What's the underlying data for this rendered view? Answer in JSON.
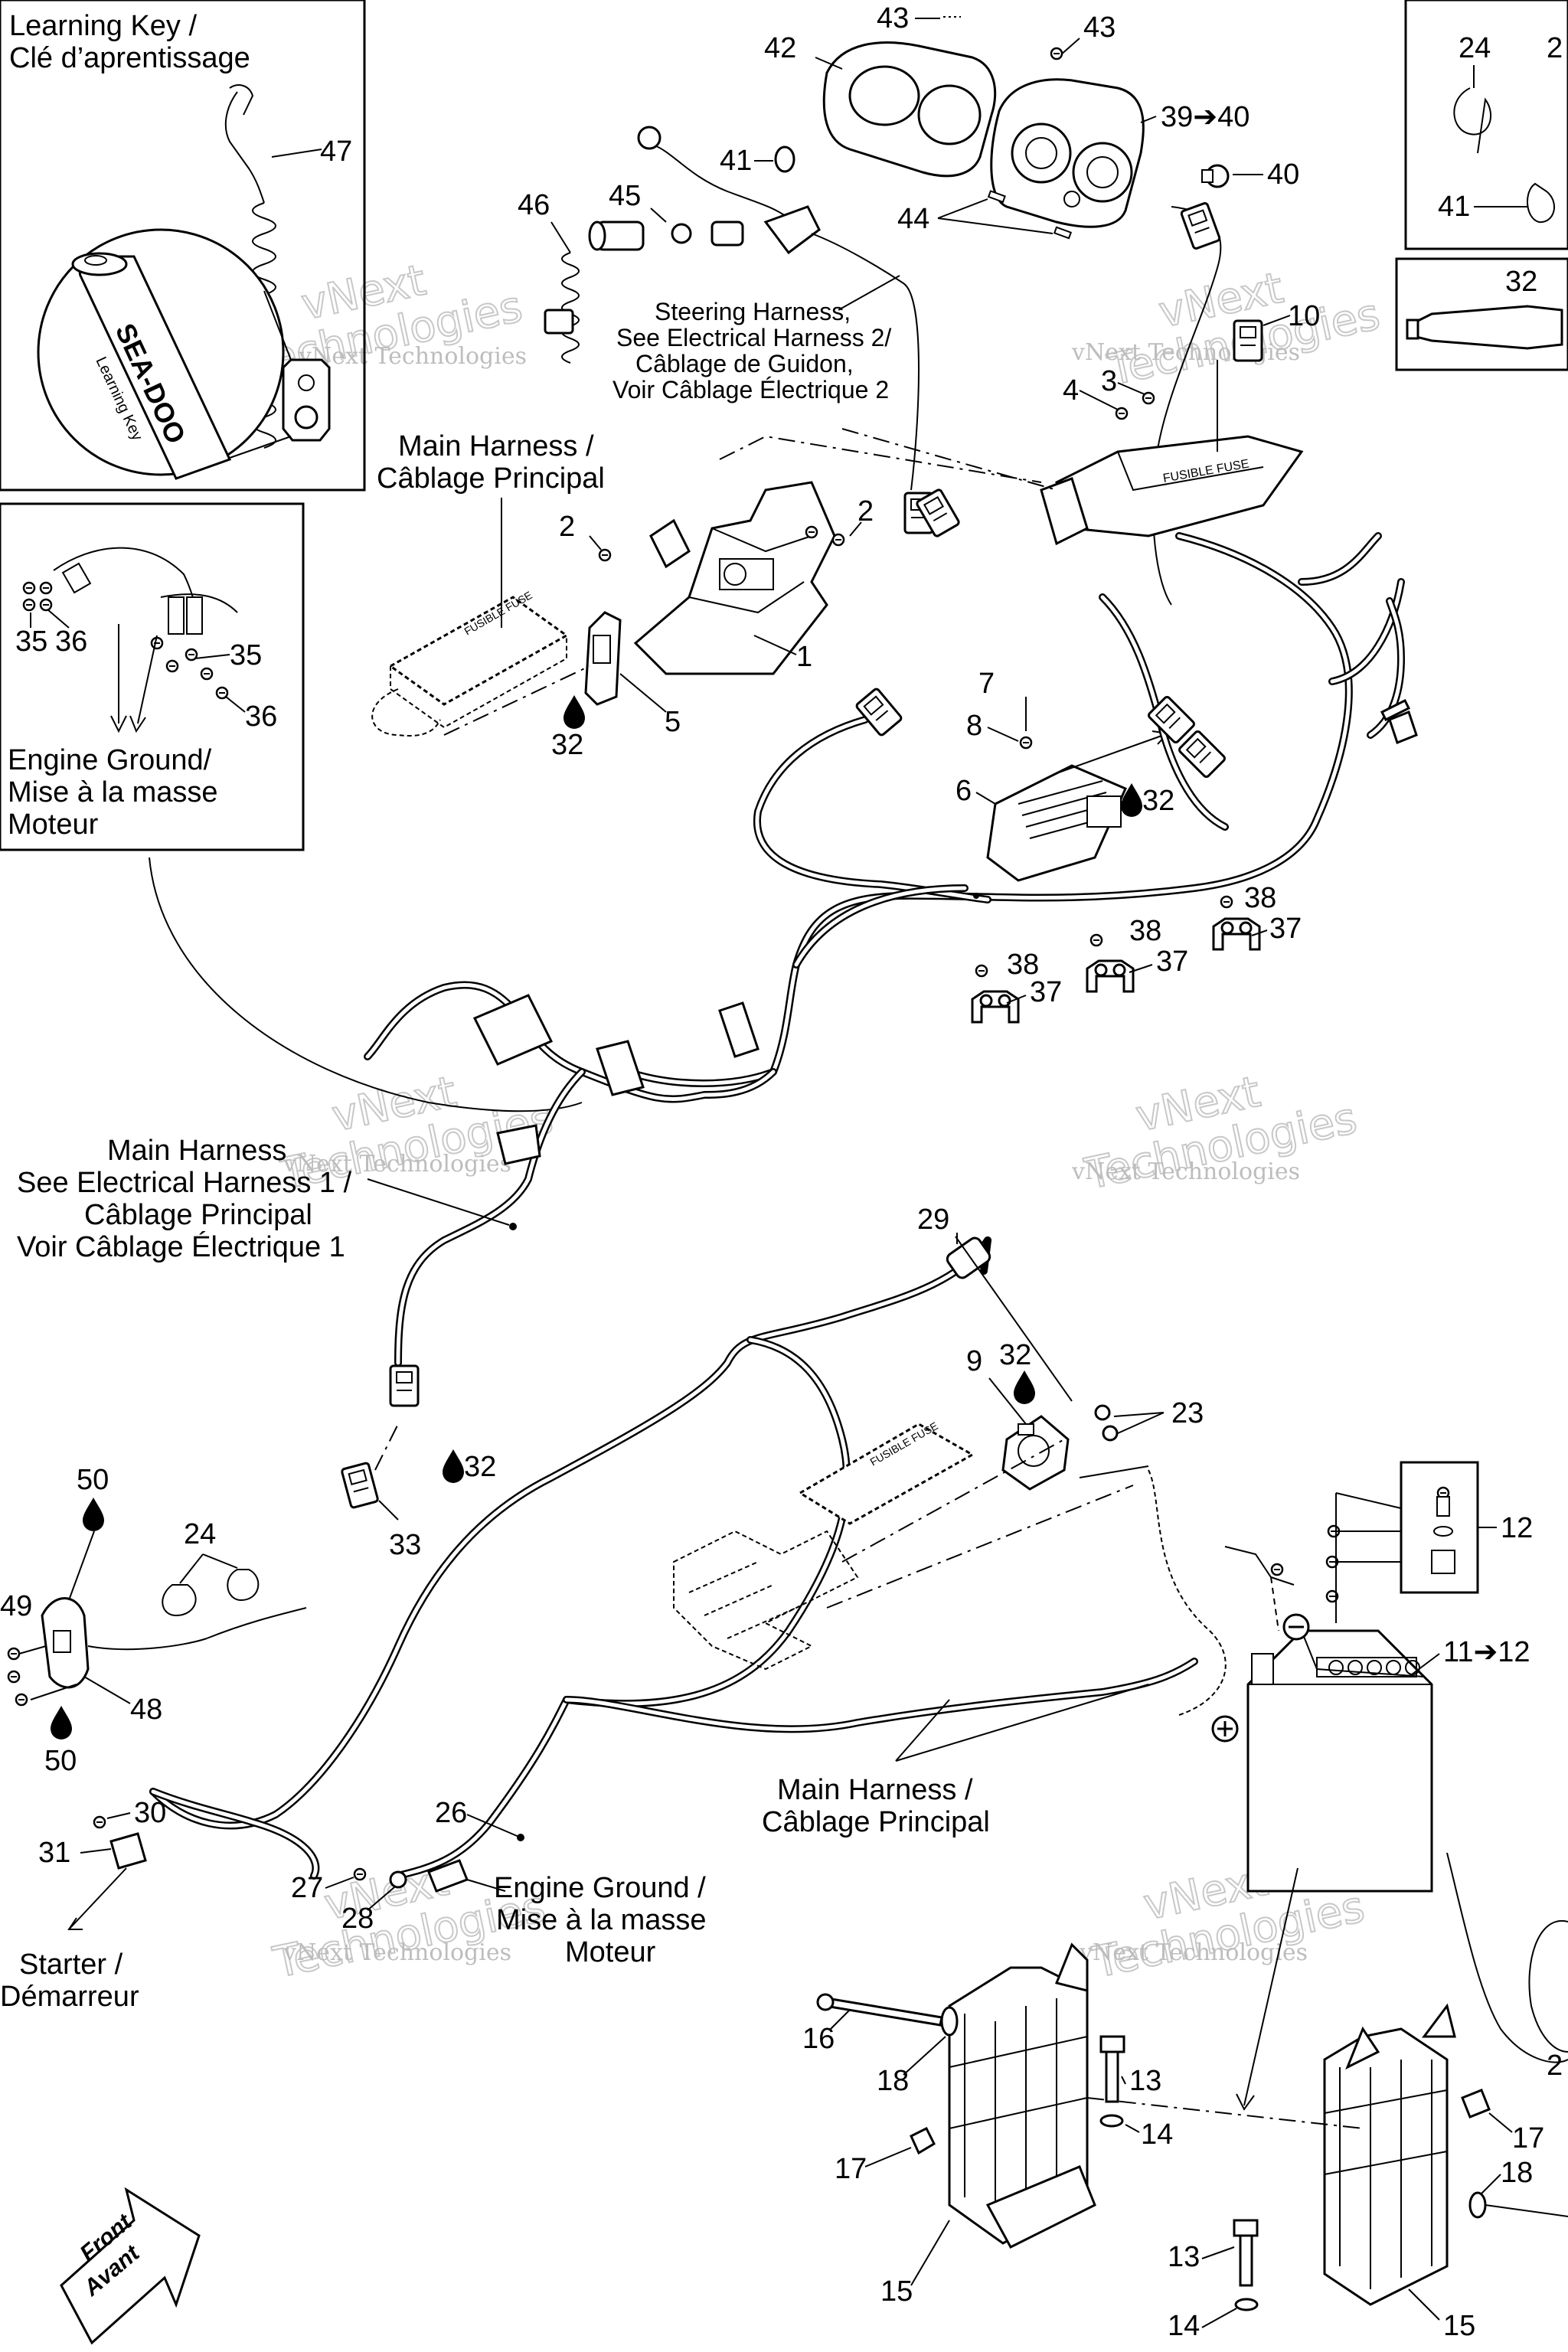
{
  "watermark": {
    "line1": "vNext",
    "line2": "Technologies",
    "small": "vNext Technologies"
  },
  "labels": {
    "learning_key_1": "Learning Key /",
    "learning_key_2": "Clé d’aprentissage",
    "steering_1": "Steering Harness,",
    "steering_2": "See Electrical Harness 2/",
    "steering_3": "Câblage de Guidon,",
    "steering_4": "Voir Câblage Électrique 2",
    "main_harness_top_1": "Main Harness /",
    "main_harness_top_2": "Câblage Principal",
    "engine_ground_left_1": "Engine Ground/",
    "engine_ground_left_2": "Mise à la masse",
    "engine_ground_left_3": "Moteur",
    "main_harness_mid_1": "Main Harness",
    "main_harness_mid_2": "See Electrical Harness 1 /",
    "main_harness_mid_3": "Câblage Principal",
    "main_harness_mid_4": "Voir Câblage Électrique 1",
    "main_harness_bot_1": "Main Harness /",
    "main_harness_bot_2": "Câblage Principal",
    "engine_ground_bot_1": "Engine Ground /",
    "engine_ground_bot_2": "Mise à la masse",
    "engine_ground_bot_3": "Moteur",
    "starter_1": "Starter /",
    "starter_2": "Démarreur",
    "front_1": "Front",
    "front_2": "Avant",
    "key_brand": "SEA-DOO",
    "key_caption": "Learning Key",
    "fuse_text": "FUSIBLE FUSE"
  },
  "callouts": {
    "c43a": "43",
    "c43b": "43",
    "c42": "42",
    "c39": "39➔40",
    "c40": "40",
    "c41": "41",
    "c44": "44",
    "c45": "45",
    "c46": "46",
    "c47": "47",
    "c24a": "24",
    "c2tr": "2",
    "c41b": "41",
    "c32tr": "32",
    "c10": "10",
    "c3": "3",
    "c4": "4",
    "c2a": "2",
    "c2b": "2",
    "c1": "1",
    "c5": "5",
    "c32a": "32",
    "c35a": "35",
    "c36a": "36",
    "c35b": "35",
    "c36b": "36",
    "c7": "7",
    "c8": "8",
    "c6": "6",
    "c32b": "32",
    "c38a": "38",
    "c37a": "37",
    "c38b": "38",
    "c37b": "37",
    "c38c": "38",
    "c37c": "37",
    "c29": "29",
    "c9": "9",
    "c32c": "32",
    "c23": "23",
    "c32d": "32",
    "c33": "33",
    "c50a": "50",
    "c49": "49",
    "c24b": "24",
    "c48": "48",
    "c50b": "50",
    "c12": "12",
    "c11": "11➔12",
    "c30": "30",
    "c31": "31",
    "c26": "26",
    "c27": "27",
    "c28": "28",
    "c16": "16",
    "c18a": "18",
    "c13a": "13",
    "c14a": "14",
    "c17a": "17",
    "c15a": "15",
    "c13b": "13",
    "c14b": "14",
    "c17b": "17",
    "c18b": "18",
    "c15b": "15",
    "c2br": "2"
  }
}
